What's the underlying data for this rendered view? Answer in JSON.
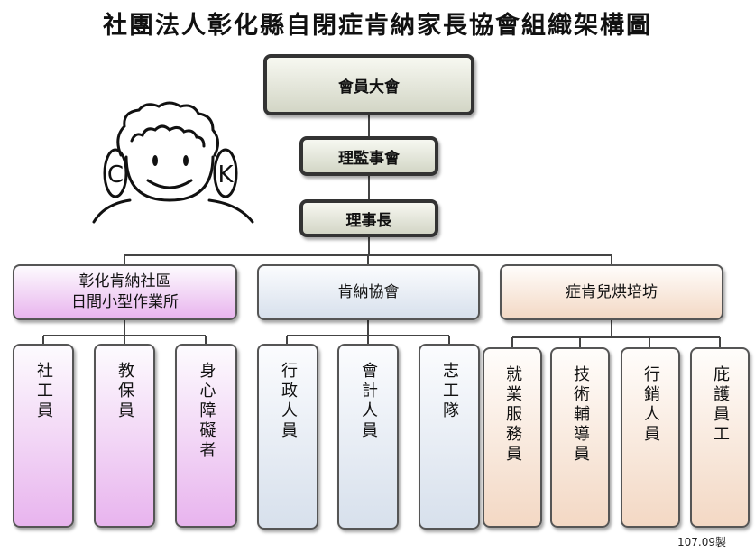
{
  "title": "社團法人彰化縣自閉症肯納家長協會組織架構圖",
  "nodes": {
    "assembly": "會員大會",
    "board": "理監事會",
    "chairman": "理事長"
  },
  "branches": [
    {
      "line1": "彰化肯納社區",
      "line2": "日間小型作業所",
      "roles": [
        "社工員",
        "教保員",
        "身心障礙者"
      ]
    },
    {
      "line1": "肯納協會",
      "line2": "",
      "roles": [
        "行政人員",
        "會計人員",
        "志工隊"
      ]
    },
    {
      "line1": "症肯兒烘培坊",
      "line2": "",
      "roles": [
        "就業服務員",
        "技術輔導員",
        "行銷人員",
        "庇護員工"
      ]
    }
  ],
  "footnote": "107.09製",
  "logo": {
    "left_letter": "C",
    "right_letter": "K"
  }
}
